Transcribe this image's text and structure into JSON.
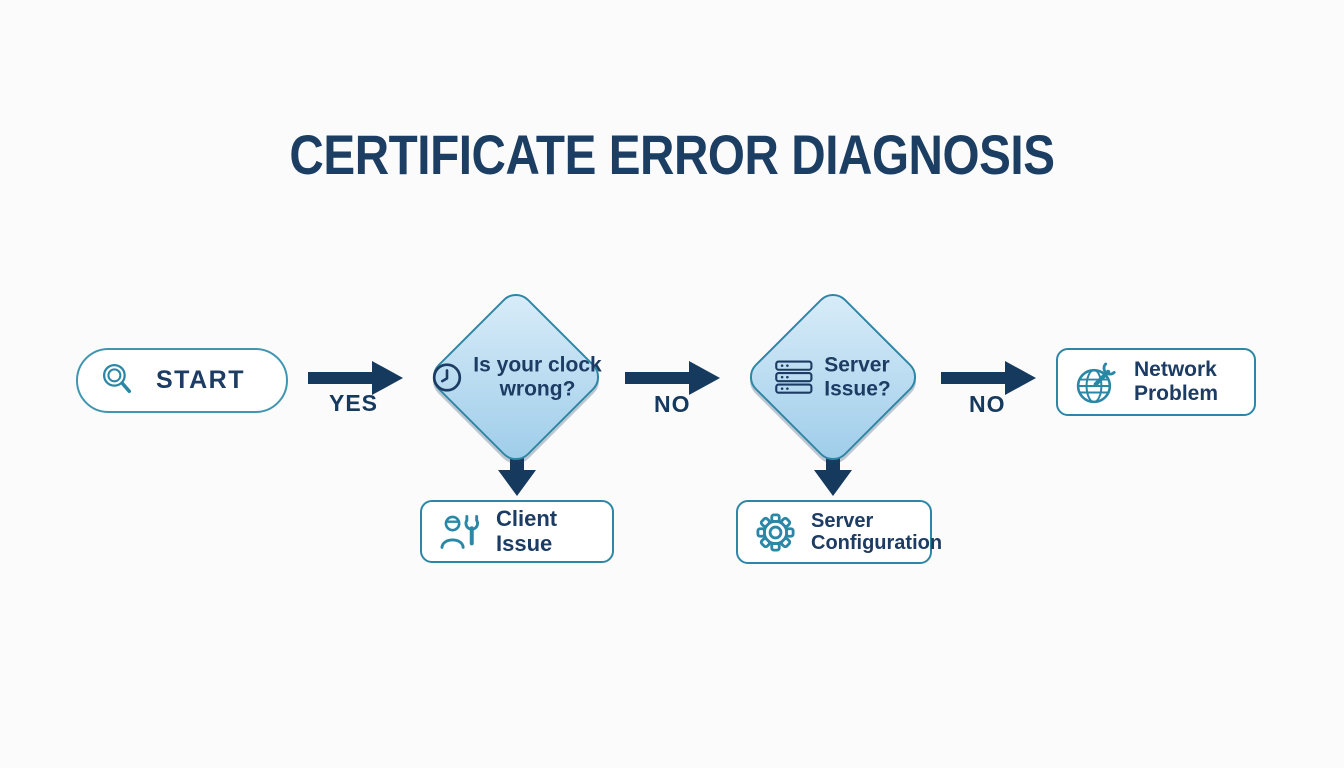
{
  "title": "CERTIFICATE ERROR DIAGNOSIS",
  "colors": {
    "background": "#fbfbfc",
    "navy_text": "#1d3c63",
    "title_navy": "#1d3e63",
    "arrow_navy": "#16395e",
    "teal_border": "#2d86a5",
    "pill_border": "#4096b1",
    "icon_teal": "#2b87a6",
    "diamond_fill_top": "#daedf9",
    "diamond_fill_bottom": "#9dcce9"
  },
  "flowchart": {
    "start": {
      "label": "START",
      "icon": "search-icon"
    },
    "decisions": [
      {
        "id": "clock",
        "line1": "Is your clock",
        "line2": "wrong?",
        "icon": "clock-icon"
      },
      {
        "id": "server",
        "line1": "Server",
        "line2": "Issue?",
        "icon": "server-icon"
      }
    ],
    "outcomes": [
      {
        "id": "client",
        "label": "Client Issue",
        "icon": "technician-wrench-icon"
      },
      {
        "id": "server_config",
        "line1": "Server",
        "line2": "Configuration",
        "icon": "gear-icon"
      },
      {
        "id": "network",
        "line1": "Network",
        "line2": "Problem",
        "icon": "globe-wrench-icon"
      }
    ],
    "connector_labels": {
      "start_to_clock": "YES",
      "clock_to_server": "NO",
      "server_to_network": "NO"
    }
  }
}
